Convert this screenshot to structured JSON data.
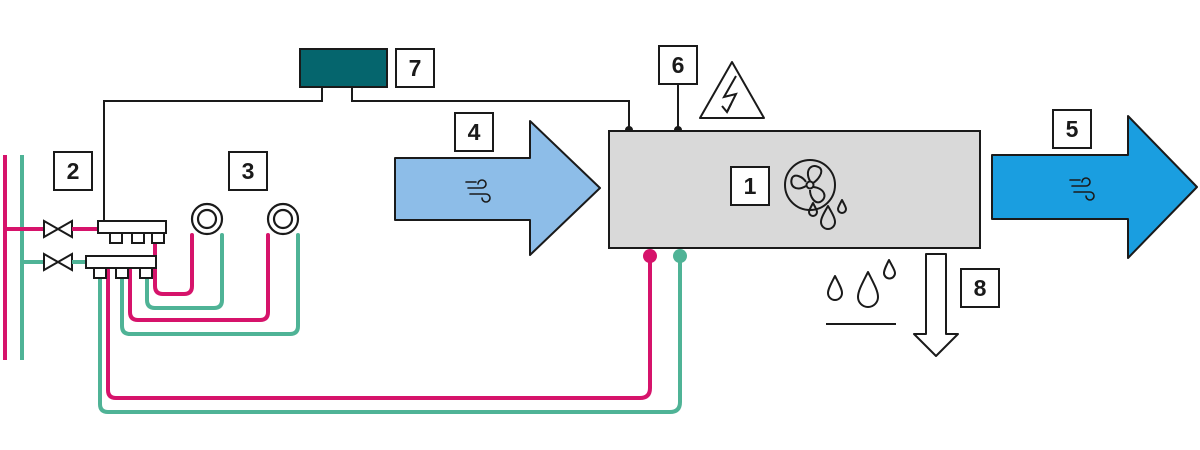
{
  "labels": {
    "unit": "1",
    "valves": "2",
    "coils": "3",
    "supply_air": "4",
    "outlet_air": "5",
    "power": "6",
    "controller": "7",
    "condensate": "8"
  },
  "colors": {
    "hot_pipe": "#d6136b",
    "cold_pipe": "#4fb396",
    "unit_fill": "#d9d9d9",
    "controller_fill": "#05656d",
    "inlet_arrow": "#8dbde8",
    "outlet_arrow": "#1a9ee0",
    "line": "#1a1a1a"
  }
}
